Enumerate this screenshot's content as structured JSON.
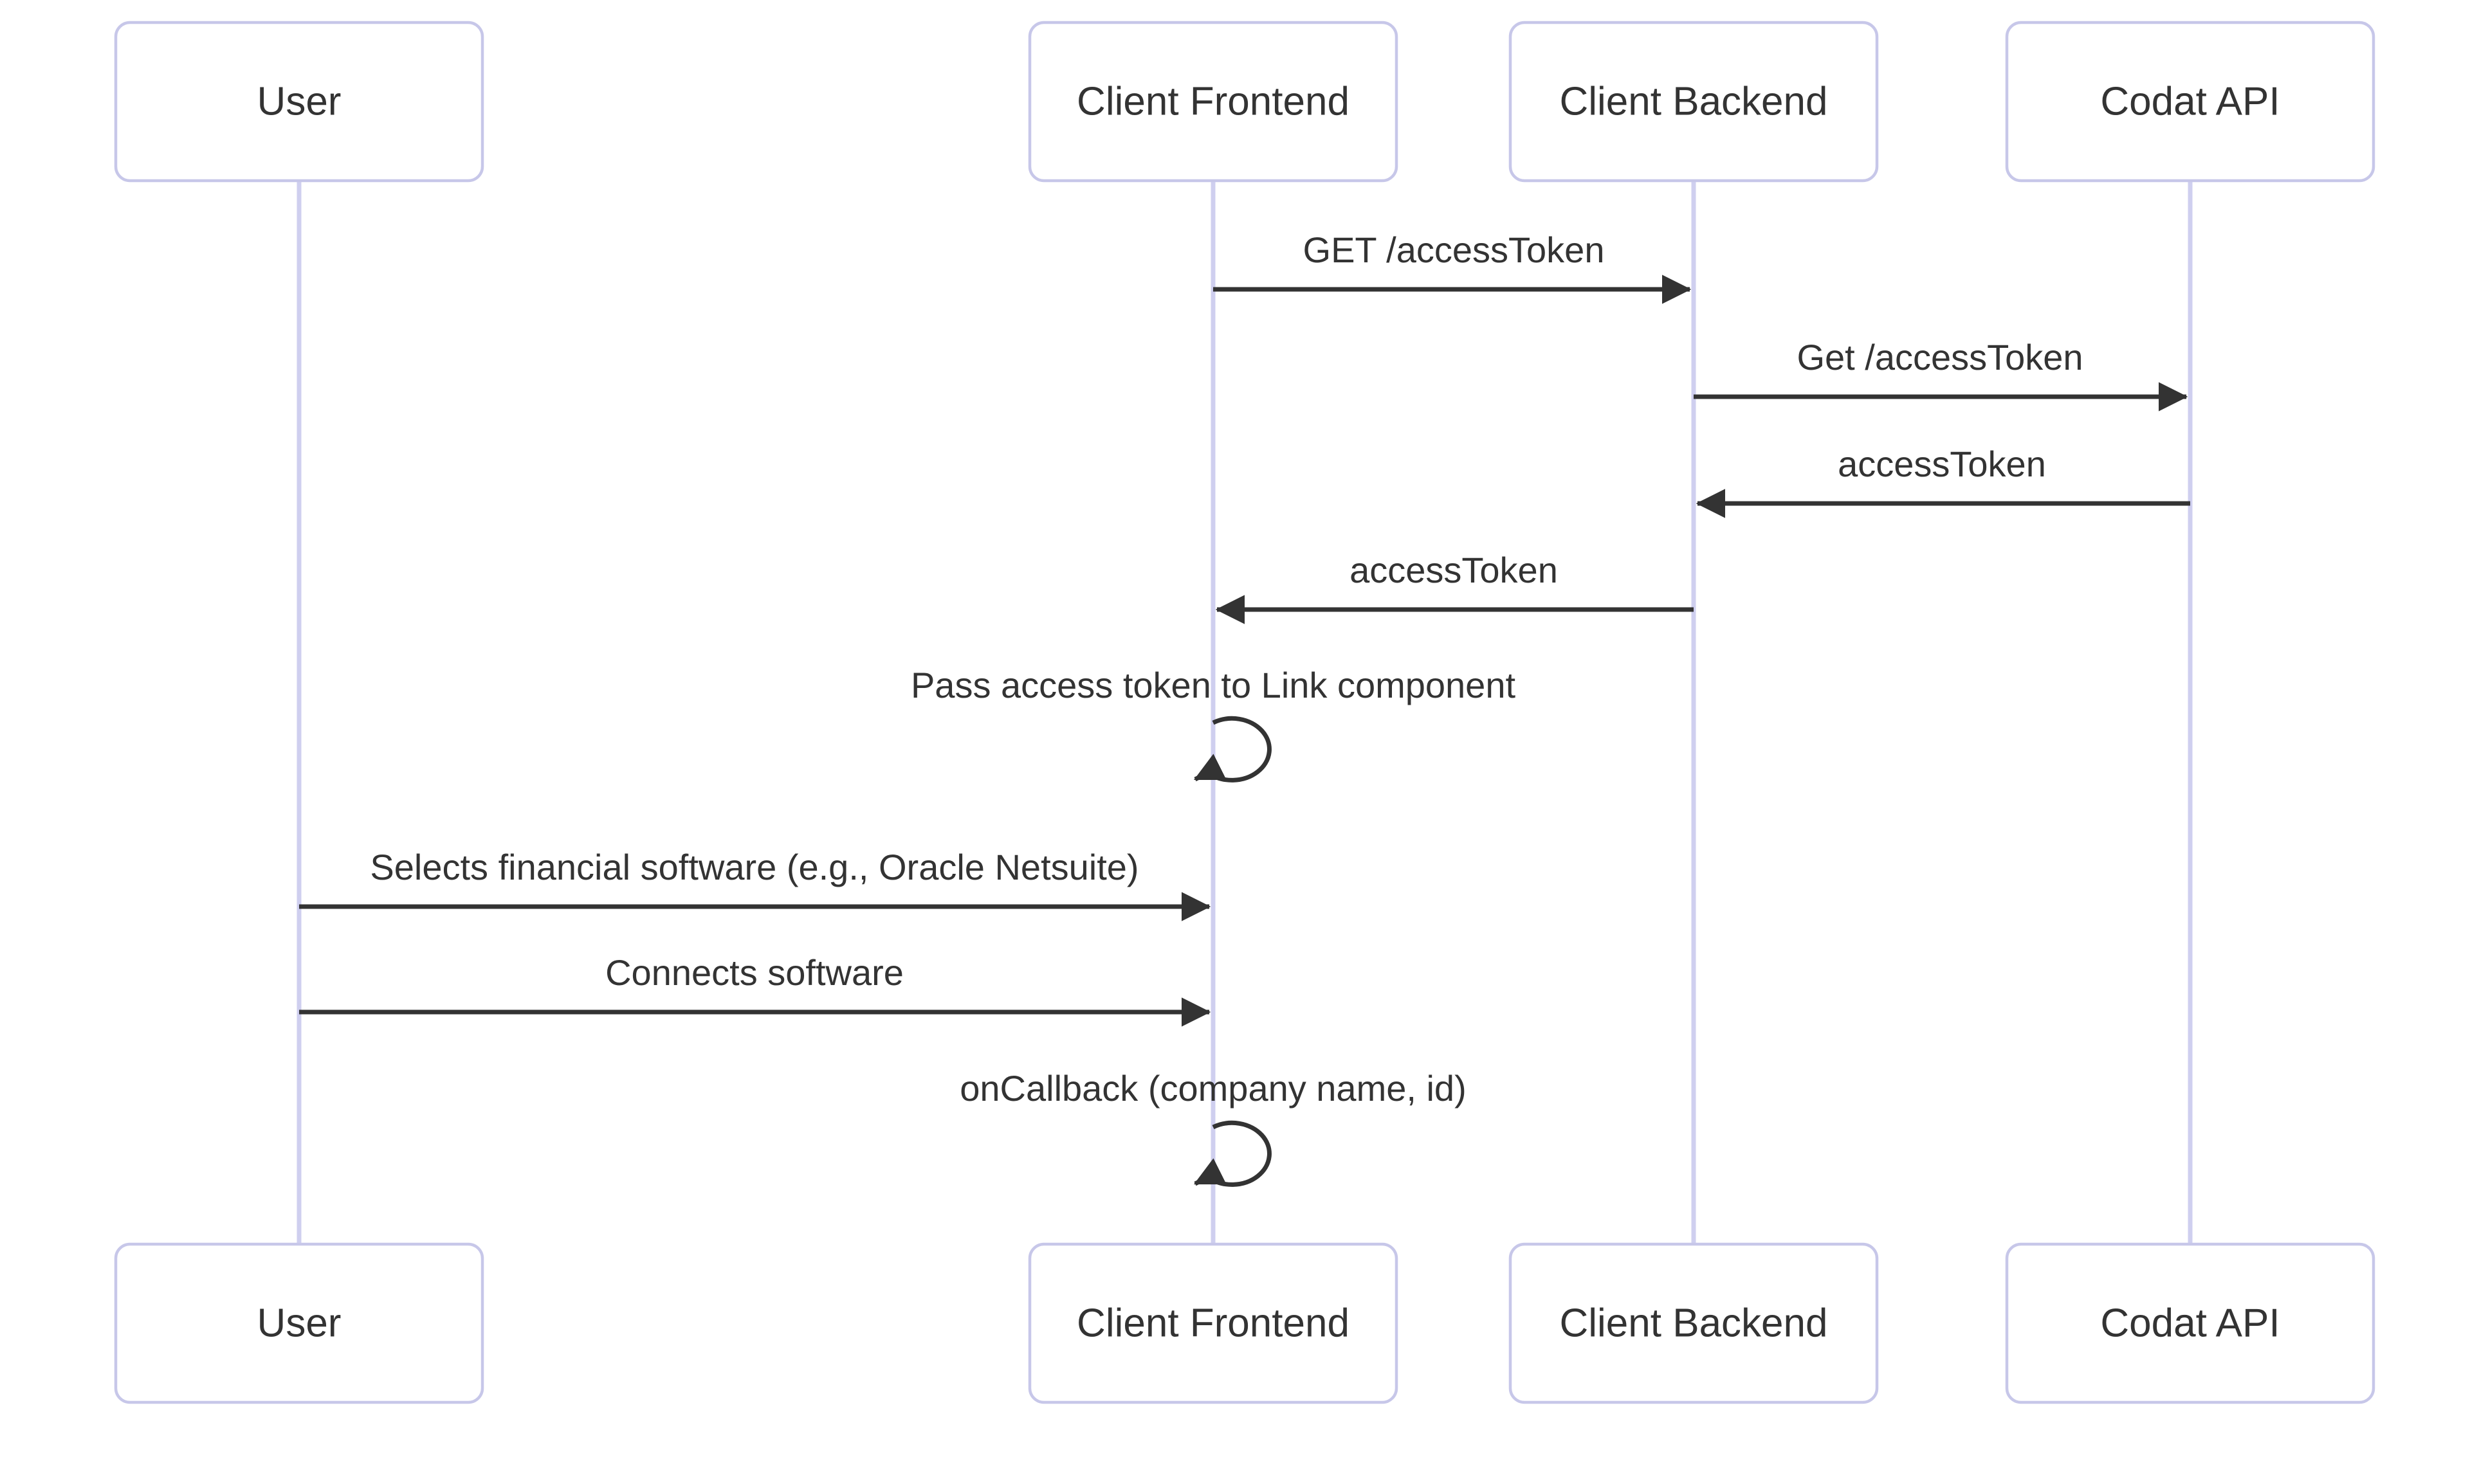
{
  "diagram": {
    "type": "sequence-diagram",
    "background": "#ffffff",
    "colors": {
      "actor_border": "#c7c7e9",
      "actor_fill": "#ffffff",
      "lifeline": "#cfcfef",
      "message_line": "#333333",
      "text": "#333333"
    },
    "actors": [
      {
        "id": "user",
        "name": "User"
      },
      {
        "id": "client-frontend",
        "name": "Client Frontend"
      },
      {
        "id": "client-backend",
        "name": "Client Backend"
      },
      {
        "id": "codat-api",
        "name": "Codat API"
      }
    ],
    "messages": [
      {
        "from": "Client Frontend",
        "to": "Client Backend",
        "label": "GET /accessToken",
        "type": "solid-arrow"
      },
      {
        "from": "Client Backend",
        "to": "Codat API",
        "label": "Get /accessToken",
        "type": "solid-arrow"
      },
      {
        "from": "Codat API",
        "to": "Client Backend",
        "label": "accessToken",
        "type": "solid-arrow"
      },
      {
        "from": "Client Backend",
        "to": "Client Frontend",
        "label": "accessToken",
        "type": "solid-arrow"
      },
      {
        "from": "Client Frontend",
        "to": "Client Frontend",
        "label": "Pass access token to Link component",
        "type": "self-loop"
      },
      {
        "from": "User",
        "to": "Client Frontend",
        "label": "Selects financial software (e.g., Oracle Netsuite)",
        "type": "solid-arrow"
      },
      {
        "from": "User",
        "to": "Client Frontend",
        "label": "Connects software",
        "type": "solid-arrow"
      },
      {
        "from": "Client Frontend",
        "to": "Client Frontend",
        "label": "onCallback (company name, id)",
        "type": "self-loop"
      }
    ]
  }
}
